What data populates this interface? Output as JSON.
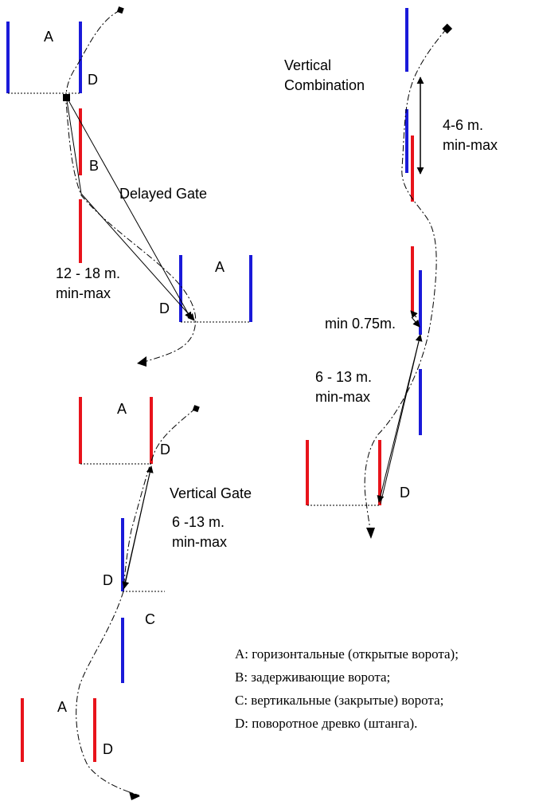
{
  "colors": {
    "red": "#e8131b",
    "blue": "#1a1ad9",
    "line": "#000000",
    "background": "#ffffff"
  },
  "diagrams": {
    "delayed_gate": {
      "title": "Delayed Gate",
      "gate_a_top": "A",
      "pole_d_top": "D",
      "gate_b": "B",
      "gate_a_bottom": "A",
      "pole_d_bottom": "D",
      "distance": "12 - 18 m.",
      "distance_note": "min-max"
    },
    "vertical_combination": {
      "title_line1": "Vertical",
      "title_line2": "Combination",
      "spacing": "4-6 m.",
      "spacing_note": "min-max",
      "offset": "min 0.75m.",
      "distance": "6 - 13 m.",
      "distance_note": "min-max",
      "pole_d": "D"
    },
    "vertical_gate": {
      "title": "Vertical Gate",
      "gate_a_top": "A",
      "pole_d_top": "D",
      "distance": "6 -13 m.",
      "distance_note": "min-max",
      "pole_d_mid": "D",
      "gate_c": "C",
      "gate_a_bottom": "A",
      "pole_d_bottom": "D"
    }
  },
  "legend": [
    "A: горизонтальные (открытые ворота);",
    "B: задерживающие ворота;",
    "C: вертикальные (закрытые) ворота;",
    "D: поворотное древко (штанга)."
  ]
}
